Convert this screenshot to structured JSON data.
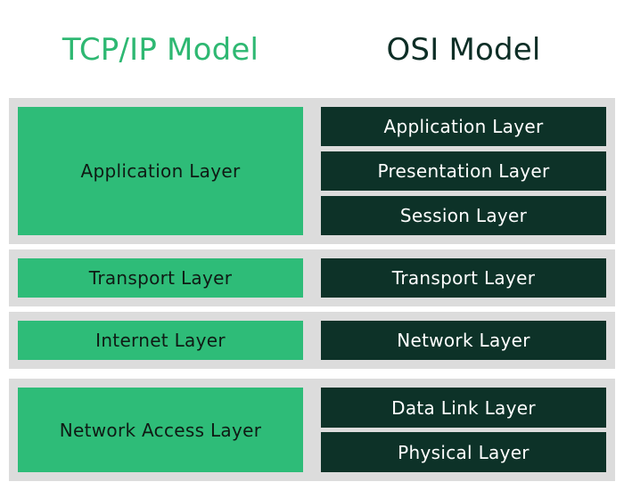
{
  "headings": {
    "tcp": "TCP/IP Model",
    "osi": "OSI Model"
  },
  "colors": {
    "tcp_heading": "#2eb872",
    "osi_heading": "#0d2e26",
    "tcp_box": "#2ebc78",
    "osi_box": "#0d3228",
    "group_background": "#dcdcdc"
  },
  "rows": [
    {
      "tcp": "Application Layer",
      "osi": [
        "Application Layer",
        "Presentation Layer",
        "Session Layer"
      ]
    },
    {
      "tcp": "Transport Layer",
      "osi": [
        "Transport Layer"
      ]
    },
    {
      "tcp": "Internet Layer",
      "osi": [
        "Network Layer"
      ]
    },
    {
      "tcp": "Network Access Layer",
      "osi": [
        "Data Link Layer",
        "Physical Layer"
      ]
    }
  ]
}
